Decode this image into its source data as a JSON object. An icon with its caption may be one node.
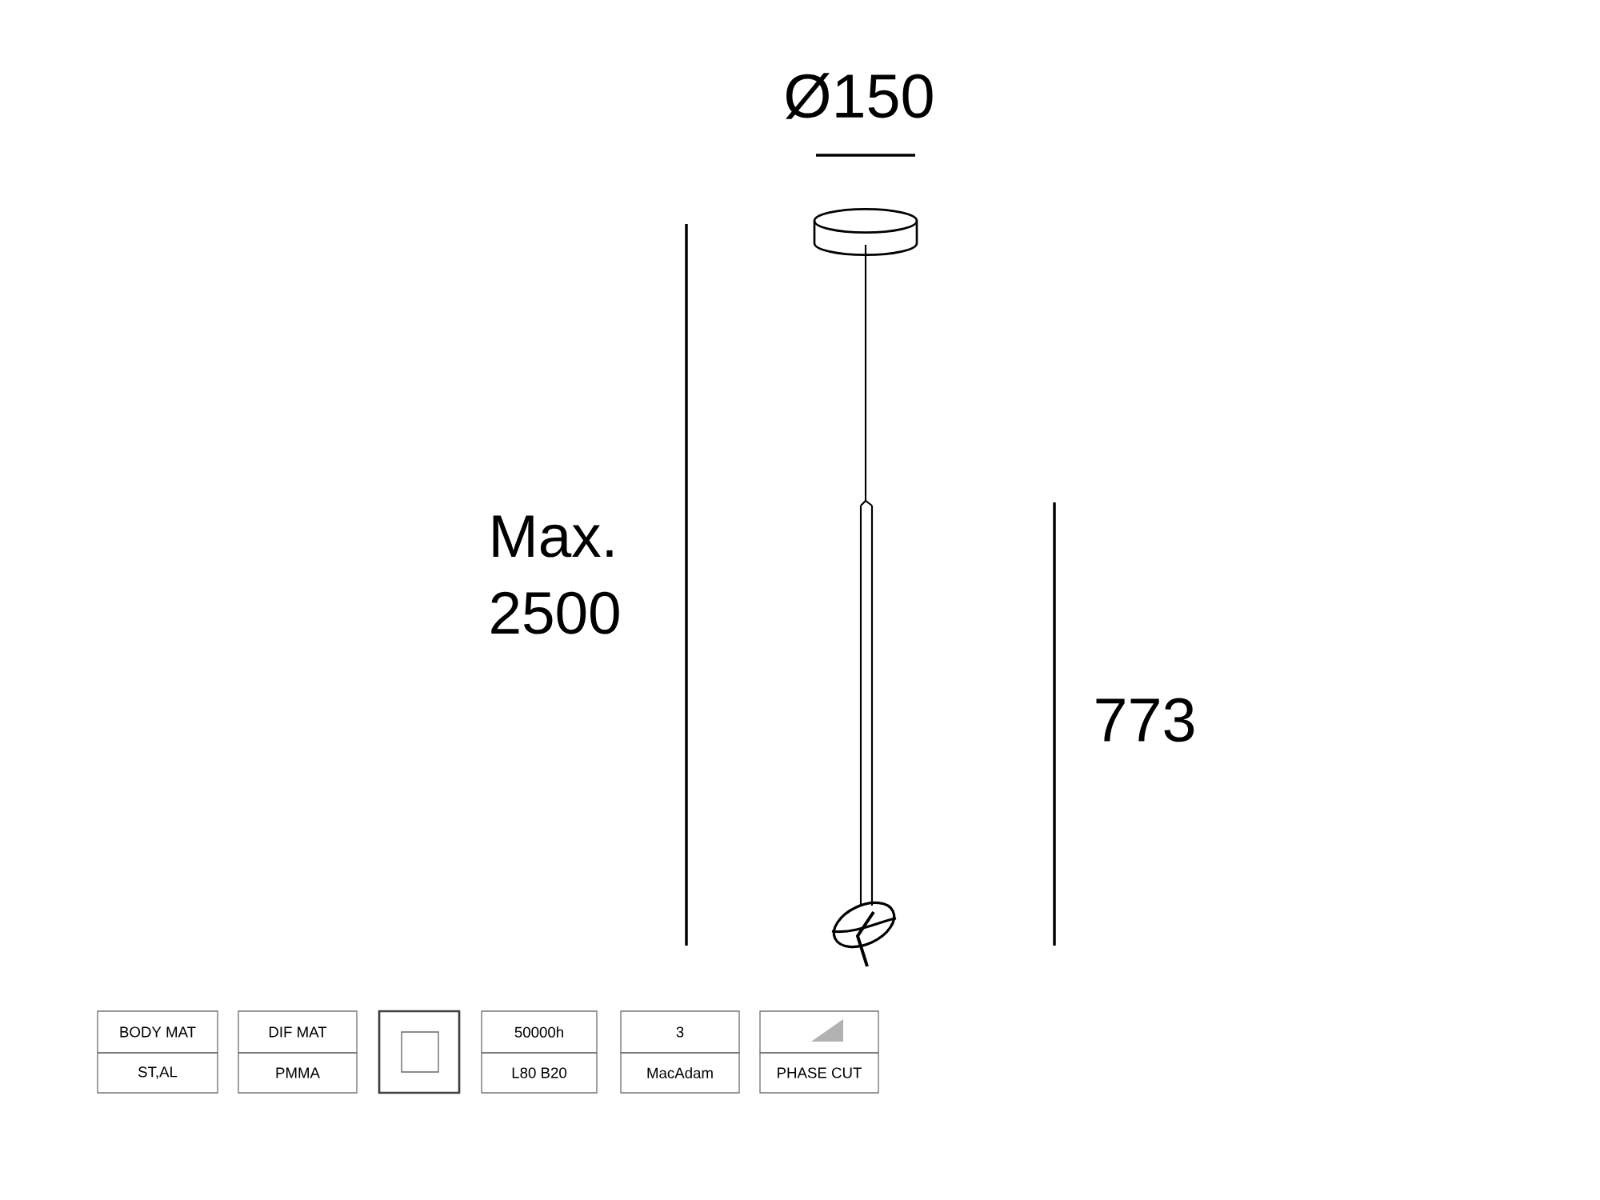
{
  "diagram": {
    "labels": [
      "Ø150",
      "Max. 2500",
      "773",
      "BODY MAT",
      "DIF MAT",
      "50000h",
      "3",
      "ST,AL",
      "PMMA",
      "L80 B20",
      "MacAdam",
      "PHASE CUT"
    ]
  }
}
